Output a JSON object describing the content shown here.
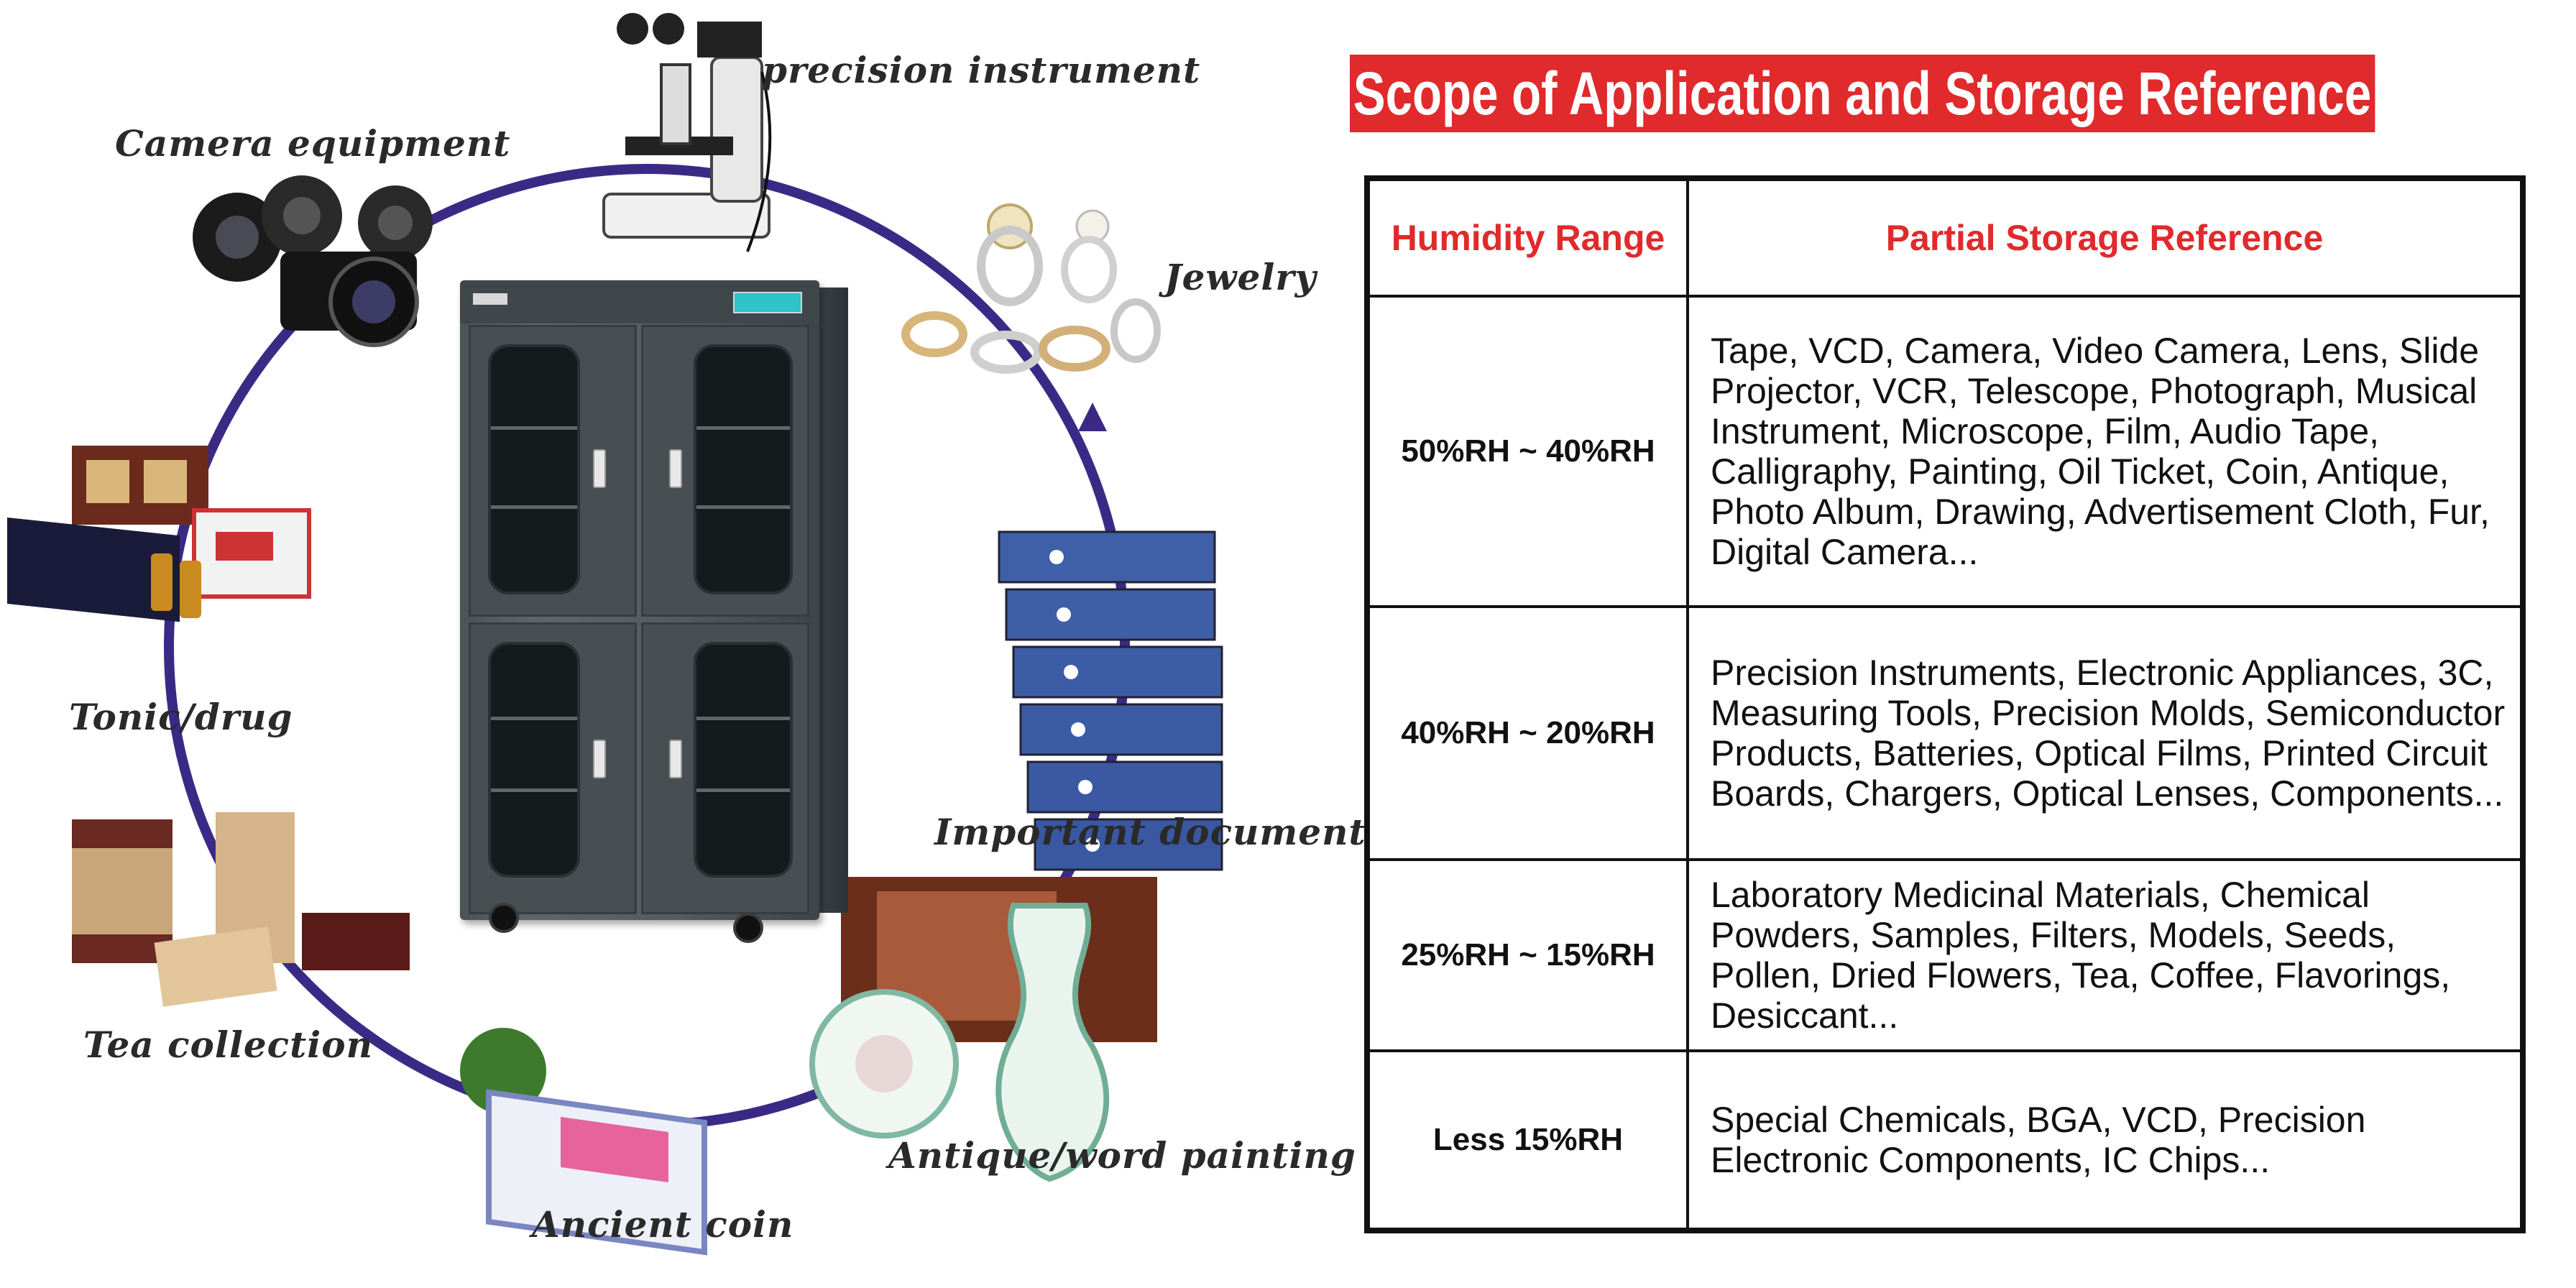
{
  "title": "Scope of Application and Storage Reference",
  "diagram": {
    "categories": [
      "precision instrument",
      "Camera equipment",
      "Jewelry",
      "Tonic/drug",
      "Important document",
      "Tea collection",
      "Antique/word painting",
      "Ancient coin"
    ],
    "ring_color": "#3b2a85"
  },
  "table": {
    "headers": [
      "Humidity Range",
      "Partial Storage Reference"
    ],
    "rows": [
      {
        "range": "50%RH ~ 40%RH",
        "reference": "Tape, VCD, Camera, Video Camera, Lens, Slide Projector, VCR, Telescope, Photograph, Musical Instrument, Microscope, Film, Audio Tape, Calligraphy, Painting, Oil Ticket, Coin, Antique, Photo Album, Drawing, Advertisement Cloth, Fur, Digital Camera..."
      },
      {
        "range": "40%RH ~ 20%RH",
        "reference": "Precision Instruments, Electronic Appliances, 3C, Measuring Tools, Precision Molds, Semiconductor Products, Batteries, Optical Films, Printed Circuit Boards, Chargers, Optical Lenses, Components..."
      },
      {
        "range": "25%RH ~ 15%RH",
        "reference": "Laboratory Medicinal Materials, Chemical Powders, Samples, Filters, Models, Seeds, Pollen, Dried Flowers, Tea, Coffee, Flavorings, Desiccant..."
      },
      {
        "range": "Less 15%RH",
        "reference": "Special Chemicals, BGA, VCD, Precision Electronic Components, IC Chips..."
      }
    ]
  },
  "colors": {
    "title_bg": "#e02a2c",
    "header_text": "#e02a2c",
    "table_border": "#111111"
  }
}
